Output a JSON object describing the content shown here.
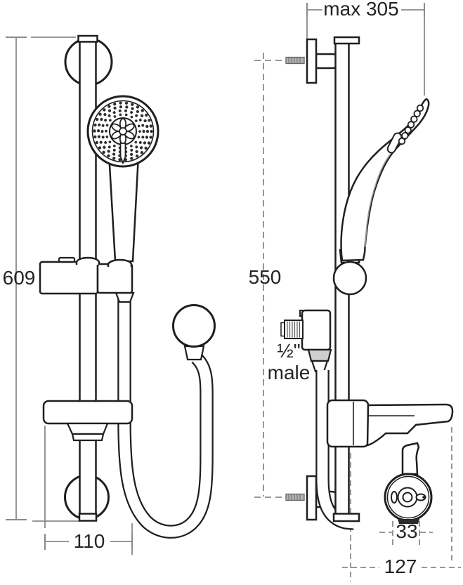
{
  "diagram": {
    "type": "technical-dimension-drawing",
    "subject": "Shower slide rail kit with handset, hose and wall fixings - front and side elevation views",
    "views": [
      "front elevation",
      "side elevation"
    ],
    "colors": {
      "line": "#1f1f1f",
      "dimension_line": "#8a8a8a",
      "text": "#242424",
      "background": "#ffffff"
    }
  },
  "labels": {
    "front_height": "609",
    "front_width": "110",
    "max_reach": "max 305",
    "fixing_centres": "550",
    "half_inch": "½\"",
    "male": "male",
    "knob_width": "33",
    "projection": "127"
  }
}
